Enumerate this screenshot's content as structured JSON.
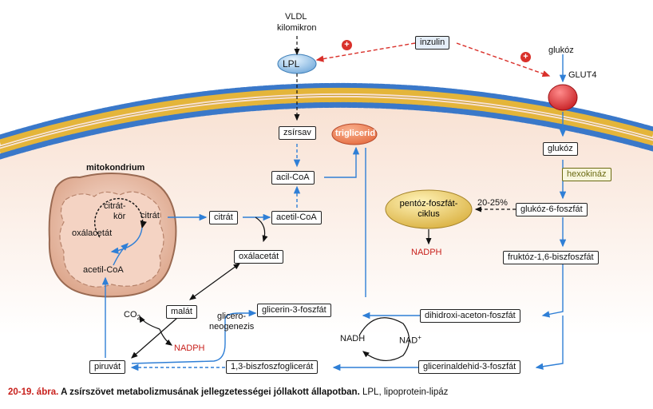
{
  "labels": {
    "vldl": "VLDL",
    "kilomikron": "kilomikron",
    "inzulin": "inzulin",
    "lpl": "LPL",
    "glukoz_top": "glukóz",
    "glut4": "GLUT4",
    "zsirsav": "zsírsav",
    "triglicerid": "triglicerid",
    "glukoz_box": "glukóz",
    "hexokinaz": "hexokináz",
    "acil_coa": "acil-CoA",
    "mitokondrium": "mitokondrium",
    "citrat_kor_1": "citrát-",
    "citrat_kor_2": "kör",
    "citrat_inner": "citrát",
    "oxalacetat_inner": "oxálacetát",
    "acetil_coa_inner": "acetil-CoA",
    "citrat_box": "citrát",
    "acetil_coa_box": "acetil-CoA",
    "pentoz_1": "pentóz-foszfát-",
    "pentoz_2": "ciklus",
    "percent": "20-25%",
    "glukoz_6_foszfat": "glukóz-6-foszfát",
    "nadph_pentoz": "NADPH",
    "oxalacetat_box": "oxálacetát",
    "fruktoz": "fruktóz-1,6-biszfoszfát",
    "co2": "CO",
    "co2_sub": "2",
    "malat": "malát",
    "glicero_1": "glicero-",
    "glicero_2": "neogenezis",
    "glicerin": "glicerin-3-foszfát",
    "dihidroxi": "dihidroxi-aceton-foszfát",
    "nadph_malat": "NADPH",
    "nadh": "NADH",
    "nad": "NAD",
    "nad_sup": "+",
    "piruvat": "piruvát",
    "biszfoszfoglicerat": "1,3-biszfoszfoglicerát",
    "glicerinaldehid": "glicerinaldehid-3-foszfát",
    "plus": "+"
  },
  "caption": {
    "number": "20-19. ábra.",
    "title": " A zsírszövet metabolizmusának jellegzetességei jóllakott állapotban.",
    "note": " LPL, lipoprotein-lipáz"
  },
  "colors": {
    "blue_arrow": "#2f7fd6",
    "red_dashed": "#d9302a",
    "membrane_head": "#3a78c9",
    "membrane_tail": "#e4b53a",
    "mito": "#e7b9a2",
    "triglicerid": "#f0855a",
    "pentoz": "#e9c65b",
    "hexokinaz": "#6b6b12"
  }
}
